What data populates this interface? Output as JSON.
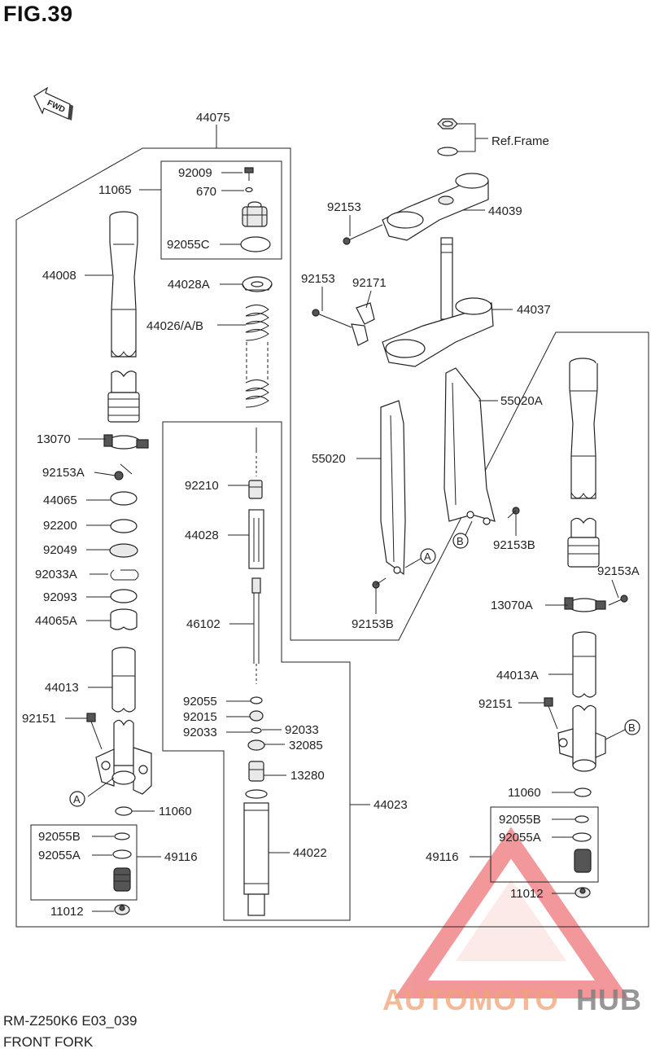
{
  "figure": {
    "title": "FIG.39",
    "code": "RM-Z250K6 E03_039",
    "name": "FRONT FORK",
    "direction_label": "FWD"
  },
  "watermark": {
    "part1": "AUTOMOTO",
    "part2": "HUB",
    "colors": {
      "primary": "#e8454a",
      "secondary": "#f0c090",
      "gray": "#7d7d7d"
    }
  },
  "callouts": {
    "A": "A",
    "B": "B"
  },
  "labels": {
    "p44075": "44075",
    "p11065": "11065",
    "p92009": "92009",
    "p670": "670",
    "p92055C": "92055C",
    "p44028A": "44028A",
    "p44026AB": "44026/A/B",
    "p44008": "44008",
    "p13070": "13070",
    "p92153A_left": "92153A",
    "p44065": "44065",
    "p92200": "92200",
    "p92049": "92049",
    "p92033A": "92033A",
    "p92093": "92093",
    "p44065A": "44065A",
    "p44013": "44013",
    "p92151_left": "92151",
    "p11060_left": "11060",
    "p92055B_left": "92055B",
    "p92055A_left": "92055A",
    "p49116_left": "49116",
    "p11012_left": "11012",
    "p92210": "92210",
    "p44028": "44028",
    "p46102": "46102",
    "p92055": "92055",
    "p92015": "92015",
    "p92033_right": "92033",
    "p92033_left": "92033",
    "p32085": "32085",
    "p13280": "13280",
    "p44023": "44023",
    "p44022": "44022",
    "refframe": "Ref.Frame",
    "p92153_top": "92153",
    "p44039": "44039",
    "p92153_mid": "92153",
    "p92171": "92171",
    "p44037": "44037",
    "p55020A": "55020A",
    "p55020": "55020",
    "p92153B_right": "92153B",
    "p92153B_left": "92153B",
    "p92153A_right": "92153A",
    "p13070A": "13070A",
    "p44013A": "44013A",
    "p92151_right": "92151",
    "p11060_right": "11060",
    "p92055B_right": "92055B",
    "p92055A_right": "92055A",
    "p49116_right": "49116",
    "p11012_right": "11012"
  }
}
